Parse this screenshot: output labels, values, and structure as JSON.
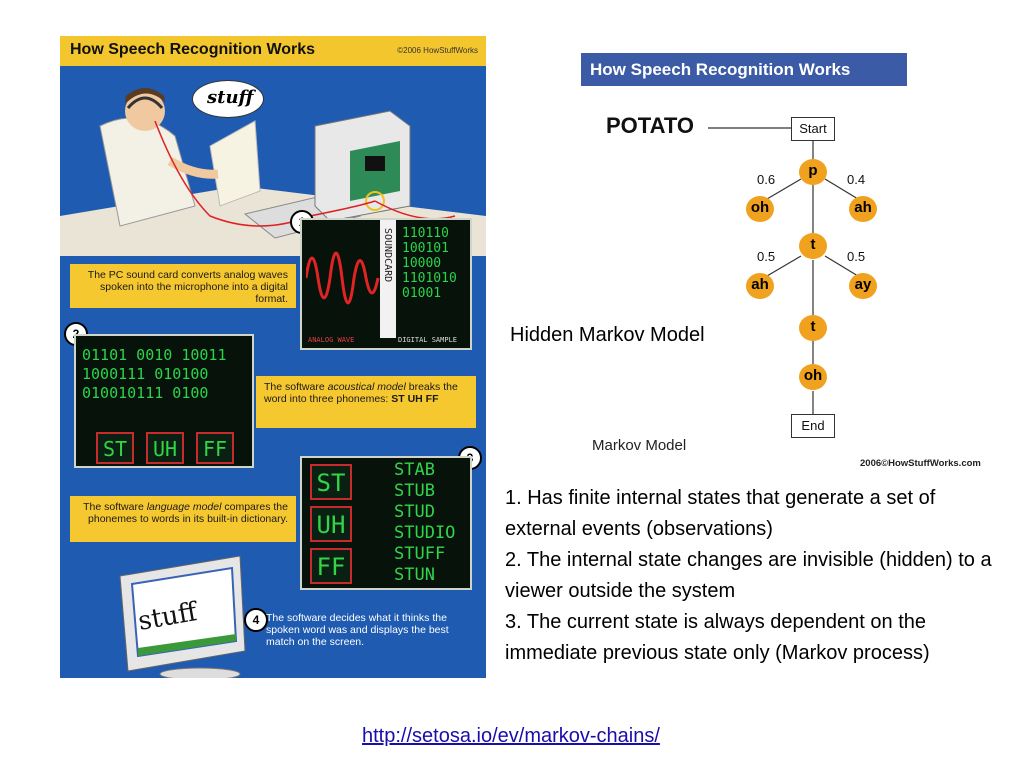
{
  "infographic": {
    "title": "How Speech Recognition Works",
    "copyright": "©2006 HowStuffWorks",
    "speech_bubble": "stuff",
    "step1_badge": "1",
    "step1_text": "The PC sound card converts analog waves spoken into the microphone into a digital format.",
    "soundcard_label": "SOUNDCARD",
    "analog_label": "ANALOG WAVE",
    "digital_label": "DIGITAL SAMPLE",
    "digital_bits": [
      "110110",
      "100101",
      "10000",
      "1101010",
      "01001"
    ],
    "step2_badge": "2",
    "binary_rows": [
      "01101 0010 10011",
      "1000111 010100",
      "010010111 0100"
    ],
    "phonemes": [
      "ST",
      "UH",
      "FF"
    ],
    "step2_text_a": "The software ",
    "step2_text_em": "acoustical model",
    "step2_text_b": " breaks the word into three phonemes: ",
    "step2_text_strong": "ST UH FF",
    "step3_badge": "3",
    "step3_text_a": "The software ",
    "step3_text_em": "language model",
    "step3_text_b": " compares the phonemes to words in its built-in dictionary.",
    "dictionary_words": [
      "STAB",
      "STUB",
      "STUD",
      "STUDIO",
      "STUFF",
      "STUN"
    ],
    "step4_badge": "4",
    "step4_text": "The software decides what it thinks the spoken word was and displays the best match on the screen.",
    "screen_word": "stuff"
  },
  "markov_diagram": {
    "title": "How Speech Recognition Works",
    "word": "POTATO",
    "start_label": "Start",
    "end_label": "End",
    "nodes": {
      "p": "p",
      "oh1": "oh",
      "ah1": "ah",
      "t1": "t",
      "ah2": "ah",
      "ay": "ay",
      "t2": "t",
      "oh2": "oh"
    },
    "probs": {
      "p_oh": "0.6",
      "p_ah": "0.4",
      "t_ah": "0.5",
      "t_ay": "0.5"
    },
    "caption": "Markov Model",
    "credit": "2006©HowStuffWorks.com"
  },
  "hmm_label": "Hidden Markov Model",
  "description": [
    "1. Has finite internal states that generate a set of external events (observations)",
    "2. The internal state changes are invisible (hidden) to a viewer outside the system",
    "3. The current state is always dependent on the immediate previous state only (Markov process)"
  ],
  "link": "http://setosa.io/ev/markov-chains/",
  "colors": {
    "infographic_bg": "#1f5bb0",
    "callout": "#f6c82f",
    "node": "#f0a21e",
    "title_bar": "#3b5ba6",
    "link": "#1a0dab"
  }
}
